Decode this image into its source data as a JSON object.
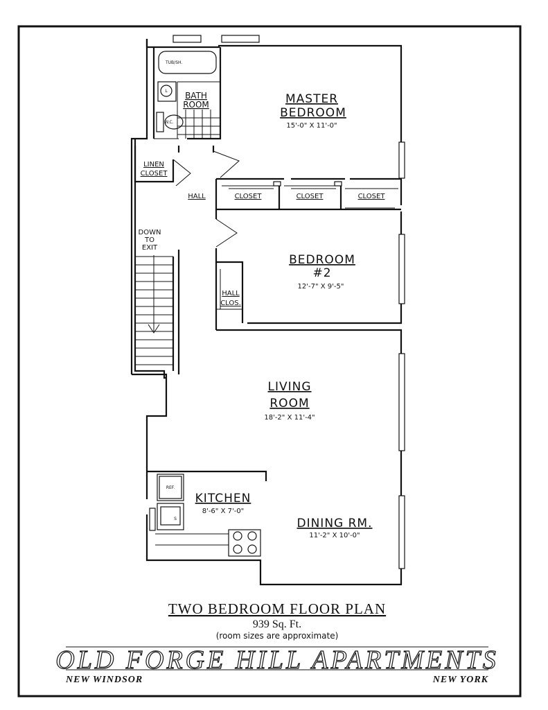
{
  "rooms": {
    "master_bedroom": {
      "line1": "MASTER",
      "line2": "BEDROOM",
      "size": "15'-0\" X 11'-0\""
    },
    "bedroom2": {
      "line1": "BEDROOM",
      "line2": "#2",
      "size": "12'-7\" X 9'-5\""
    },
    "living_room": {
      "line1": "LIVING",
      "line2": "ROOM",
      "size": "18'-2\" X 11'-4\""
    },
    "kitchen": {
      "name": "KITCHEN",
      "size": "8'-6\" X 7'-0\""
    },
    "dining": {
      "name": "DINING RM.",
      "size": "11'-2\" X 10'-0\""
    },
    "bath": {
      "line1": "BATH",
      "line2": "ROOM"
    },
    "linen_closet": {
      "line1": "LINEN",
      "line2": "CLOSET"
    },
    "hall": "HALL",
    "hall_closet": {
      "line1": "HALL",
      "line2": "CLOS."
    },
    "closets": [
      "CLOSET",
      "CLOSET",
      "CLOSET"
    ],
    "stairs": {
      "line1": "DOWN",
      "line2": "TO",
      "line3": "EXIT"
    }
  },
  "fixtures": {
    "tub": "TUB/SH.",
    "wc": "W.C.",
    "lav": "L",
    "ref": "REF.",
    "sink": "S"
  },
  "footer": {
    "title": "TWO BEDROOM FLOOR PLAN",
    "area": "939 Sq. Ft.",
    "note": "(room sizes are approximate)",
    "brand": "OLD FORGE HILL APARTMENTS",
    "city": "NEW WINDSOR",
    "state": "NEW YORK"
  }
}
